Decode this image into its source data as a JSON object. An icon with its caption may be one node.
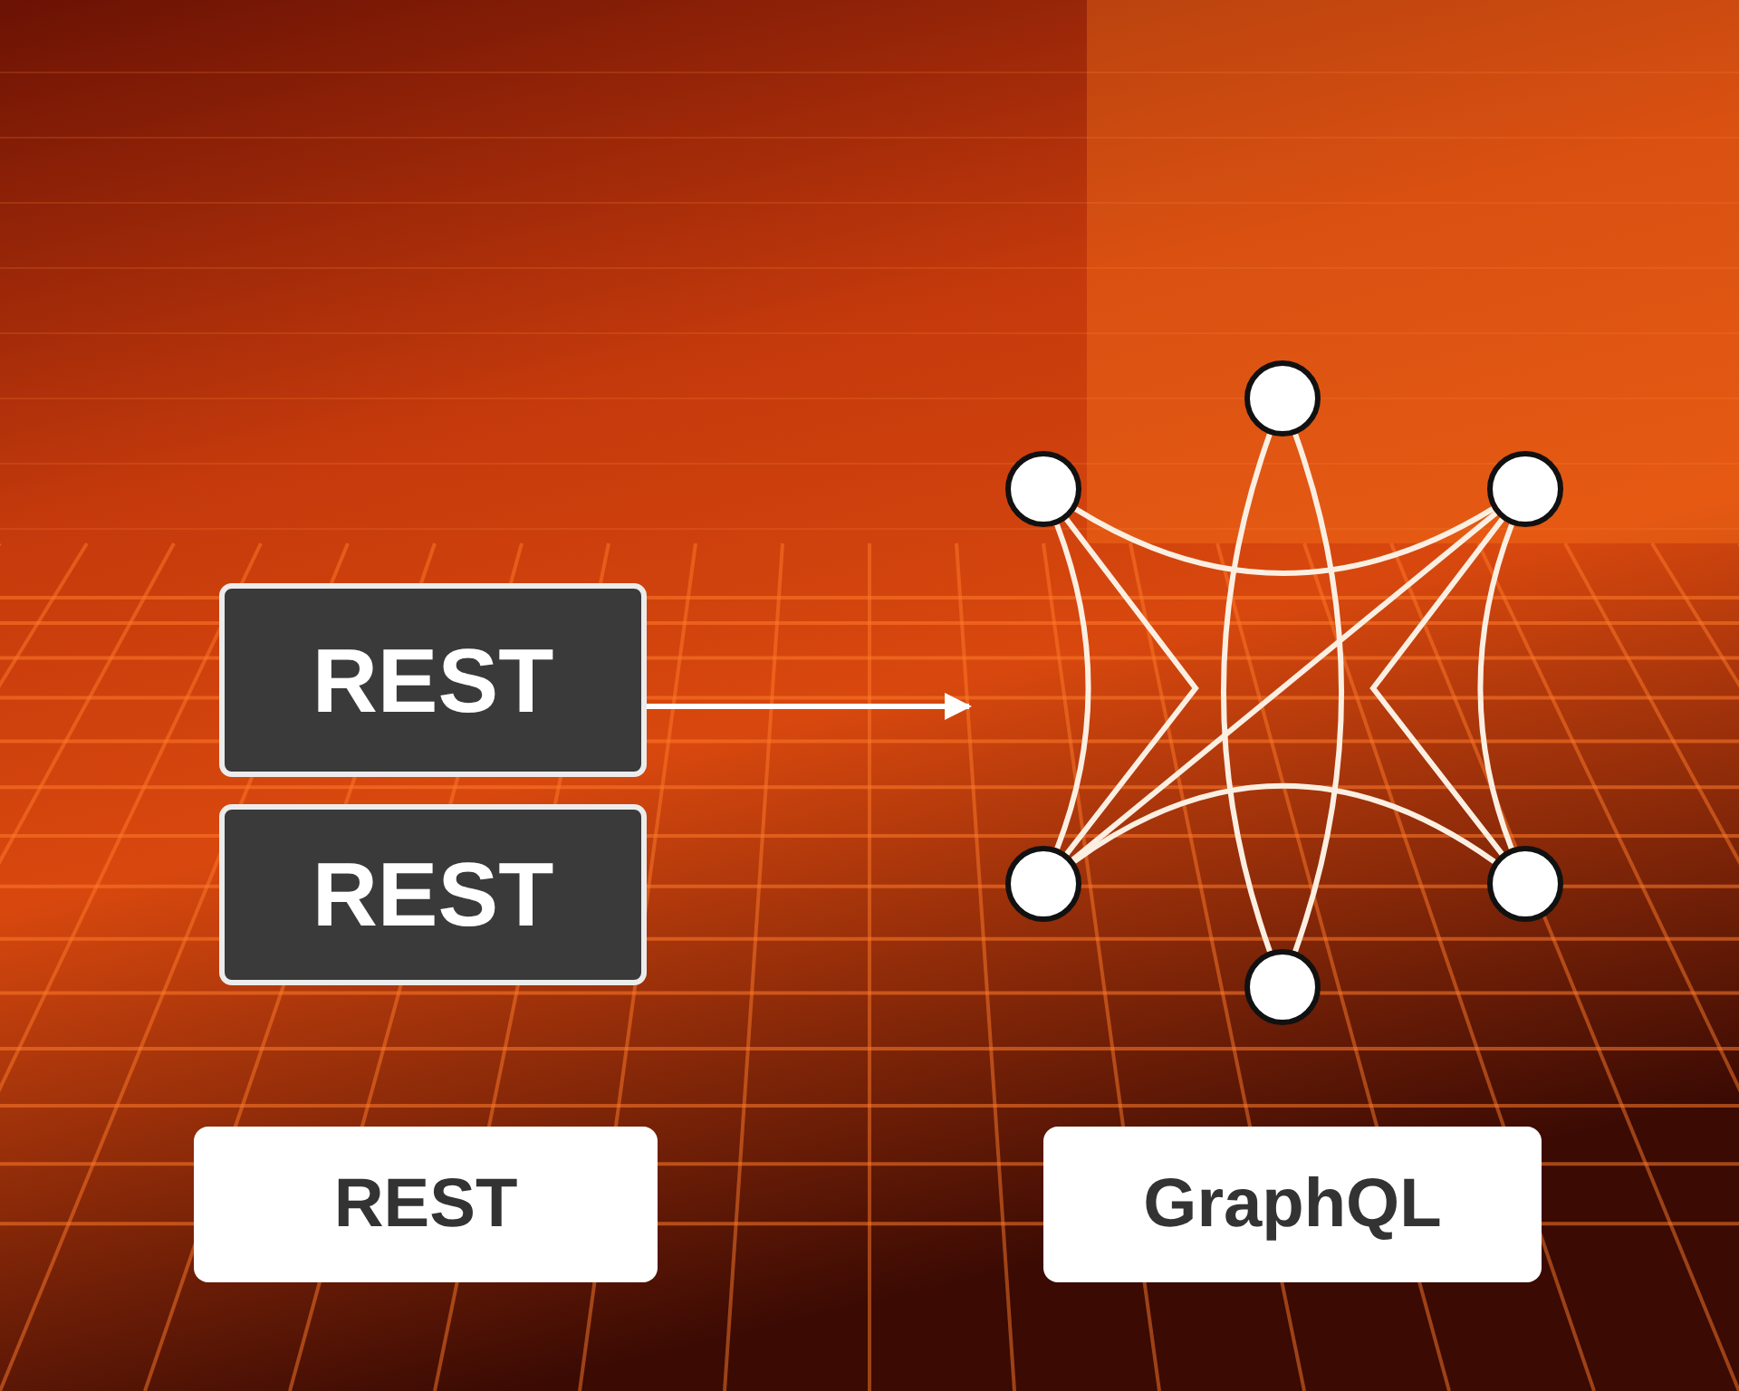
{
  "diagram": {
    "nodes": [
      {
        "text": [
          "REST"
        ]
      },
      {
        "text": [
          "REST"
        ]
      },
      {
        "text": [],
        "shape": "circle"
      },
      {
        "text": [],
        "shape": "circle"
      },
      {
        "text": [],
        "shape": "circle"
      },
      {
        "text": [],
        "shape": "circle"
      },
      {
        "text": [],
        "shape": "circle"
      },
      {
        "text": [],
        "shape": "circle"
      },
      {
        "text": [
          "REST"
        ]
      },
      {
        "text": [
          "GraphQL"
        ]
      }
    ],
    "edges": [
      {
        "from": 0,
        "to": null,
        "arrow": "to"
      },
      {
        "from": 2,
        "to": 7,
        "arrow": "none"
      },
      {
        "from": 2,
        "to": 7,
        "arrow": "none"
      },
      {
        "from": 3,
        "to": 4,
        "arrow": "none"
      },
      {
        "from": 5,
        "to": 6,
        "arrow": "none"
      },
      {
        "from": 3,
        "to": 5,
        "arrow": "none"
      },
      {
        "from": 4,
        "to": 6,
        "arrow": "none"
      },
      {
        "from": 3,
        "to": 5,
        "arrow": "none"
      },
      {
        "from": 4,
        "to": 6,
        "arrow": "none"
      },
      {
        "from": 4,
        "to": 5,
        "arrow": "none"
      }
    ]
  }
}
